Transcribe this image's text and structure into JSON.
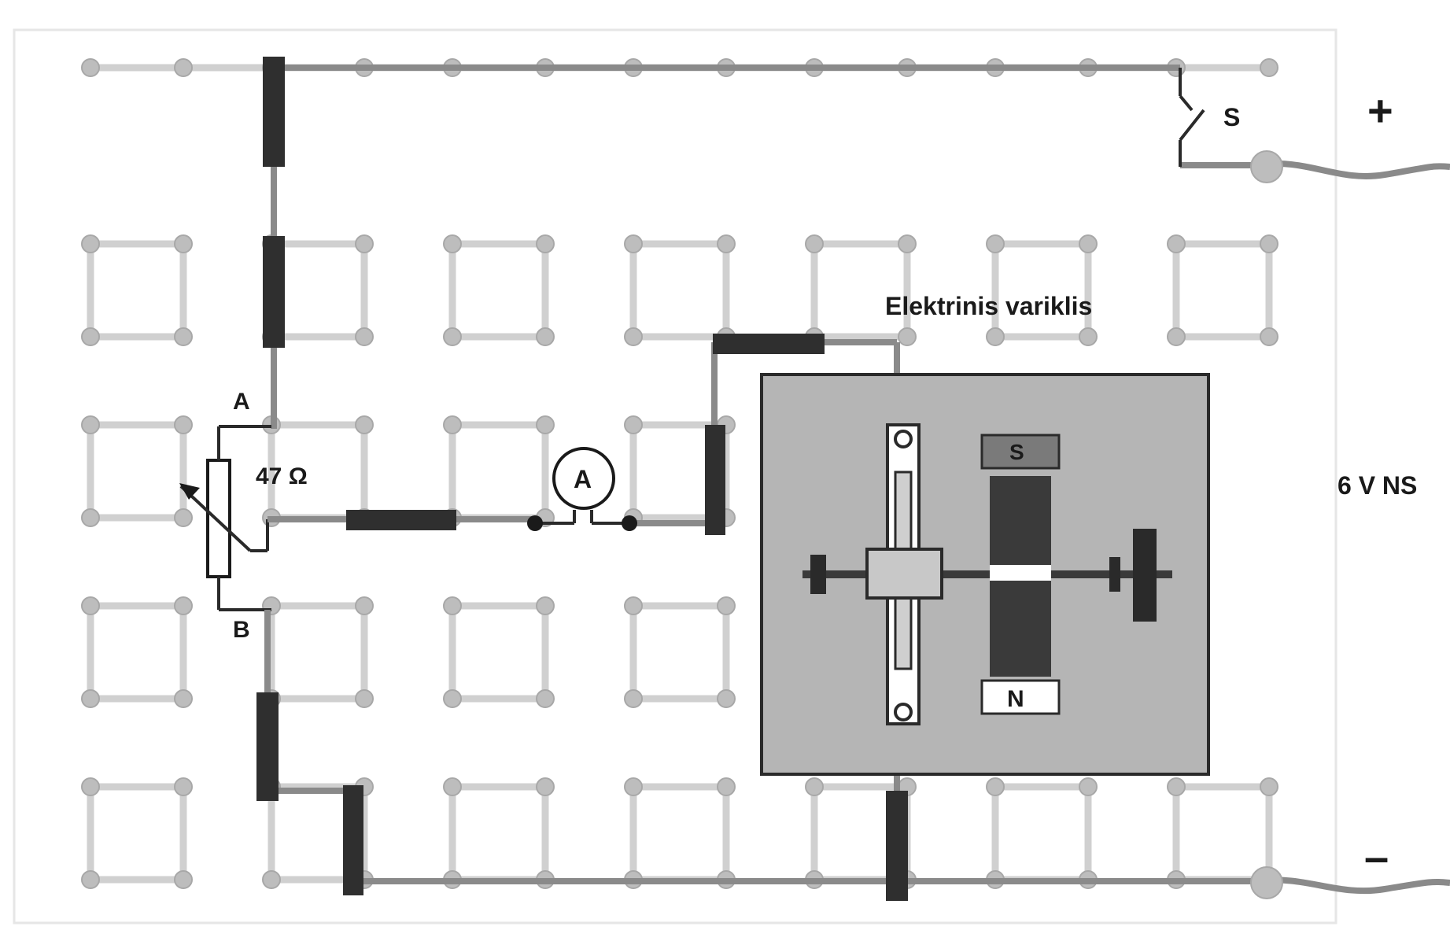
{
  "labels": {
    "motor_title": "Elektrinis variklis",
    "resistor_value": "47 Ω",
    "terminal_a": "A",
    "terminal_b": "B",
    "ammeter": "A",
    "switch": "S",
    "plus": "+",
    "minus": "–",
    "supply": "6 V NS",
    "magnet_south": "S",
    "magnet_north": "N"
  },
  "colors": {
    "board": "#ffffff",
    "grid": "#d0d0d0",
    "node": "#bdbdbd",
    "resistor_block": "#2f2f2f",
    "motor_panel": "#b5b5b5",
    "coil": "#3a3a3a"
  }
}
